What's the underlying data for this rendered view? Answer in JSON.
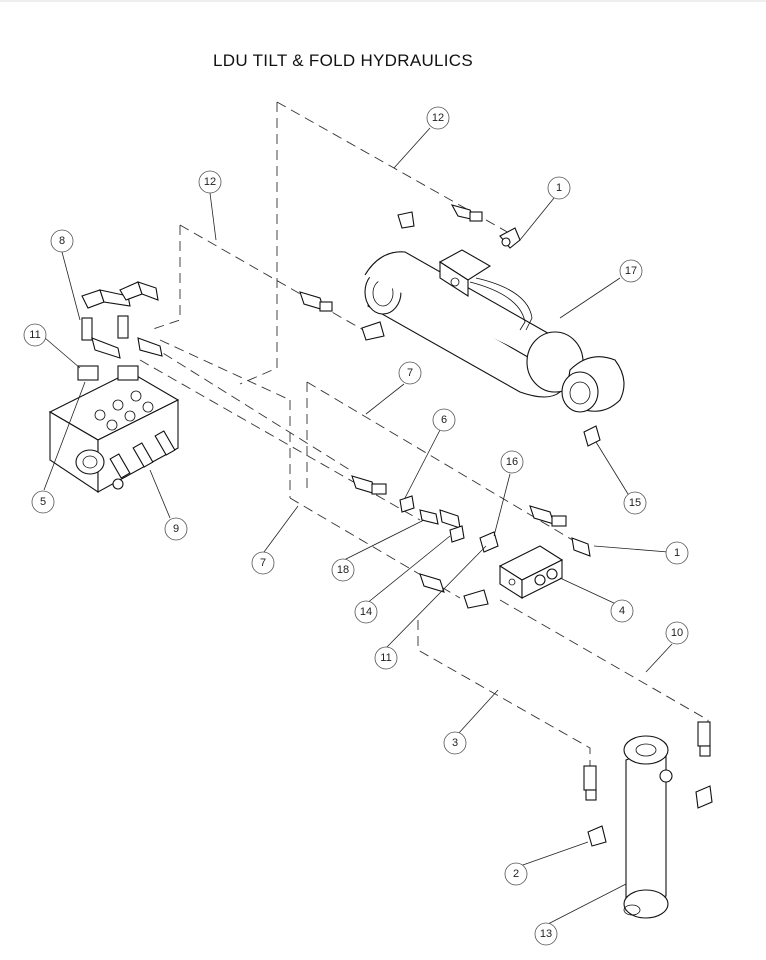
{
  "title": "LDU TILT & FOLD HYDRAULICS",
  "callouts": [
    {
      "label": "12"
    },
    {
      "label": "12"
    },
    {
      "label": "1"
    },
    {
      "label": "17"
    },
    {
      "label": "8"
    },
    {
      "label": "11"
    },
    {
      "label": "5"
    },
    {
      "label": "9"
    },
    {
      "label": "7"
    },
    {
      "label": "6"
    },
    {
      "label": "16"
    },
    {
      "label": "15"
    },
    {
      "label": "1"
    },
    {
      "label": "7"
    },
    {
      "label": "18"
    },
    {
      "label": "14"
    },
    {
      "label": "4"
    },
    {
      "label": "11"
    },
    {
      "label": "10"
    },
    {
      "label": "3"
    },
    {
      "label": "2"
    },
    {
      "label": "13"
    }
  ]
}
